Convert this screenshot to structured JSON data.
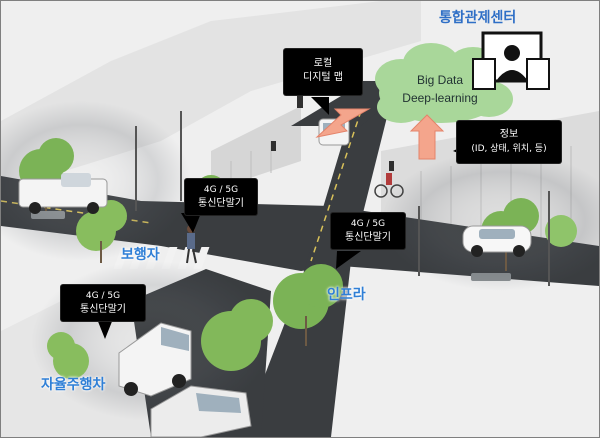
{
  "center": {
    "title": "통합관제센터"
  },
  "cloud": {
    "line1": "Big Data",
    "line2": "Deep-learning"
  },
  "callouts": {
    "local_map": {
      "line1": "로컬",
      "line2": "디지털 맵"
    },
    "info": {
      "line1": "정보",
      "line2": "(ID, 상태, 위치, 등)"
    },
    "terminal_pedestrian": {
      "line1": "4G / 5G",
      "line2": "통신단말기"
    },
    "terminal_infra": {
      "line1": "4G / 5G",
      "line2": "통신단말기"
    },
    "terminal_vehicle": {
      "line1": "4G / 5G",
      "line2": "통신단말기"
    }
  },
  "labels": {
    "pedestrian": "보행자",
    "infrastructure": "인프라",
    "autonomous_vehicle": "자율주행차"
  },
  "colors": {
    "label_blue": "#2f7fd6",
    "cloud_green": "#a9d79a",
    "arrow_salmon": "#f4a58c",
    "road": "#3a3d40",
    "callout_bg": "#000000"
  },
  "icons": [
    "operator-monitor-icon",
    "cloud-icon",
    "arrow-icon"
  ]
}
